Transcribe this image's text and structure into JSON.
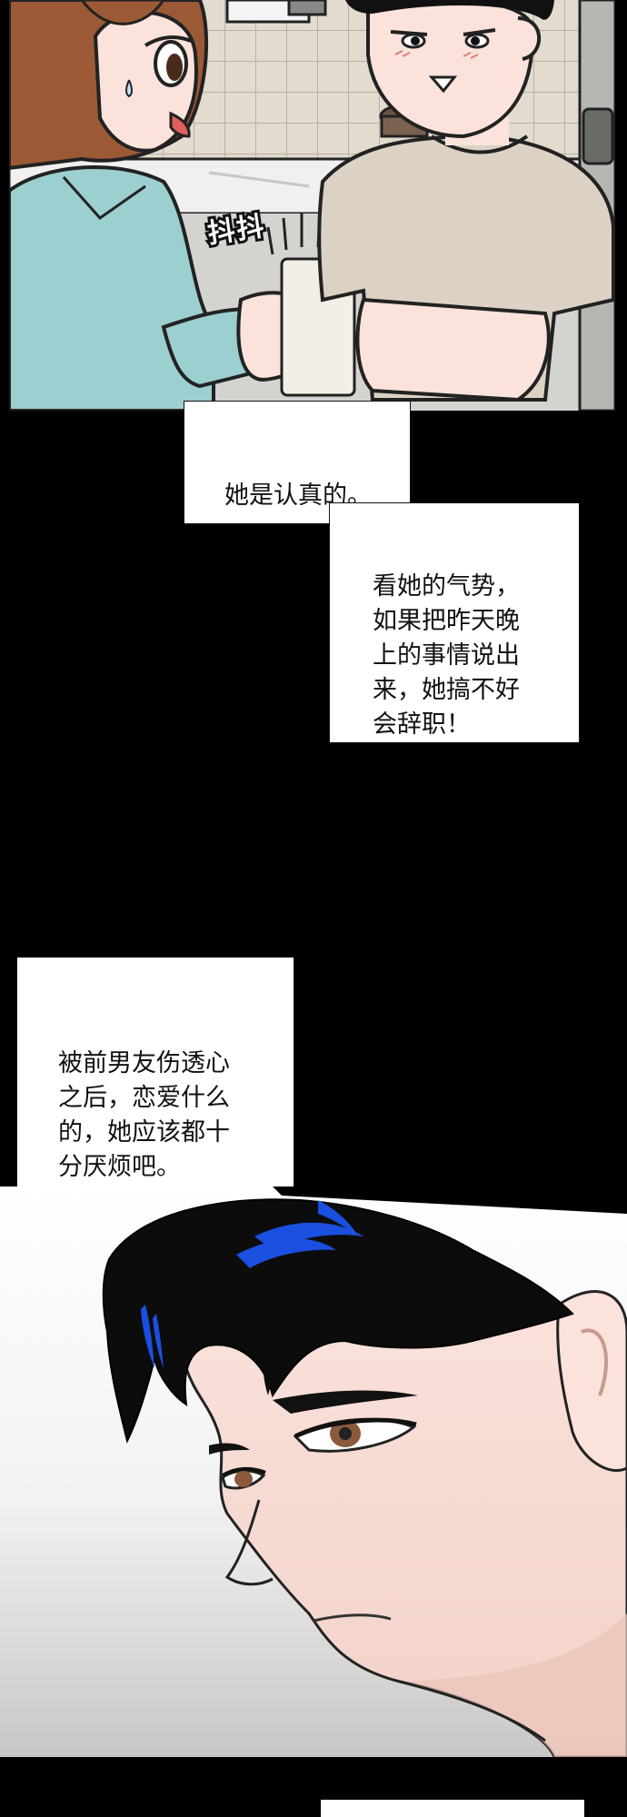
{
  "panel1": {
    "sfx_shake": "抖抖"
  },
  "captions": {
    "c1": "她是认真的。",
    "c2": "看她的气势，\n如果把昨天晚\n上的事情说出\n来，她搞不好\n会辞职！",
    "c3": "被前男友伤透心\n之后，恋爱什么\n的，她应该都十\n分厌烦吧。"
  },
  "colors": {
    "background": "#000000",
    "woman_shirt": "#9ccfcf",
    "man_shirt": "#dcd2c4",
    "tile_wall": "#ddd6c9",
    "skin": "#fbe3dc",
    "hair_highlight": "#1a4fe0"
  }
}
